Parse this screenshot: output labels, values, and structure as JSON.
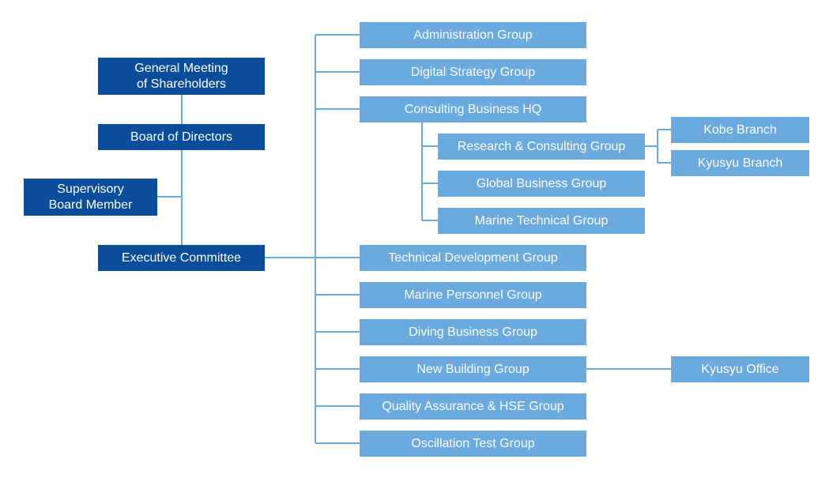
{
  "colors": {
    "dark_box": "#0a4e9b",
    "light_box": "#6aaade",
    "connector": "#6aaade",
    "text": "#ffffff"
  },
  "governance": {
    "shareholders": "General Meeting\nof Shareholders",
    "board": "Board of Directors",
    "supervisory": "Supervisory\nBoard Member",
    "executive": "Executive Committee"
  },
  "groups": {
    "administration": "Administration Group",
    "digital_strategy": "Digital Strategy Group",
    "consulting_hq": "Consulting Business HQ",
    "technical_development": "Technical Development Group",
    "marine_personnel": "Marine Personnel Group",
    "diving_business": "Diving Business Group",
    "new_building": "New Building Group",
    "quality_assurance": "Quality Assurance & HSE Group",
    "oscillation_test": "Oscillation Test Group"
  },
  "consulting_sub": {
    "research_consulting": "Research & Consulting Group",
    "global_business": "Global Business Group",
    "marine_technical": "Marine Technical Group"
  },
  "branches": {
    "kobe": "Kobe Branch",
    "kyusyu_branch": "Kyusyu Branch",
    "kyusyu_office": "Kyusyu Office"
  }
}
